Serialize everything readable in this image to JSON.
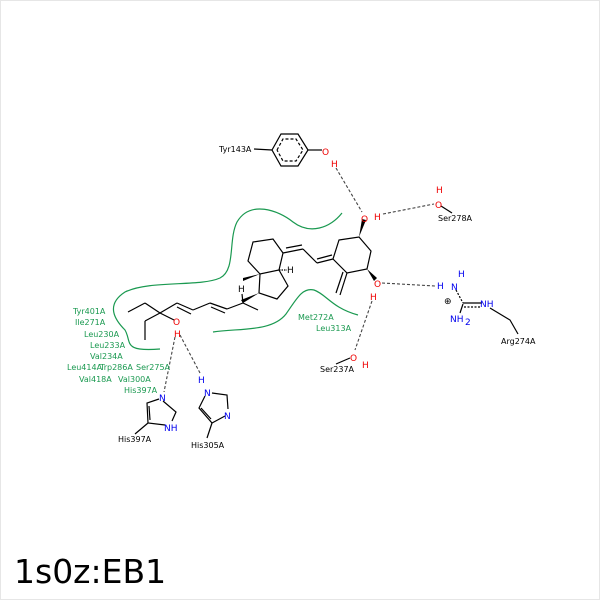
{
  "title": "1s0z:EB1",
  "colors": {
    "hydrophobic": "#1a9950",
    "oxygen": "#e00000",
    "nitrogen": "#0000e0"
  },
  "residues": {
    "tyr143": "Tyr143A",
    "ser278": "Ser278A",
    "arg274": "Arg274A",
    "ser237": "Ser237A",
    "his397": "His397A",
    "his305": "His305A"
  },
  "hydrophobic_labels": {
    "tyr401": "Tyr401A",
    "ile271": "Ile271A",
    "leu230": "Leu230A",
    "leu233": "Leu233A",
    "val234": "Val234A",
    "leu414": "Leu414A",
    "trp286": "Trp286A",
    "ser275": "Ser275A",
    "val418": "Val418A",
    "val300": "Val300A",
    "his397": "His397A",
    "met272": "Met272A",
    "leu313": "Leu313A"
  },
  "atoms": {
    "O": "O",
    "H": "H",
    "N": "N",
    "NH": "NH",
    "NH2": "NH",
    "sub2": "2",
    "plus": "⊕"
  }
}
